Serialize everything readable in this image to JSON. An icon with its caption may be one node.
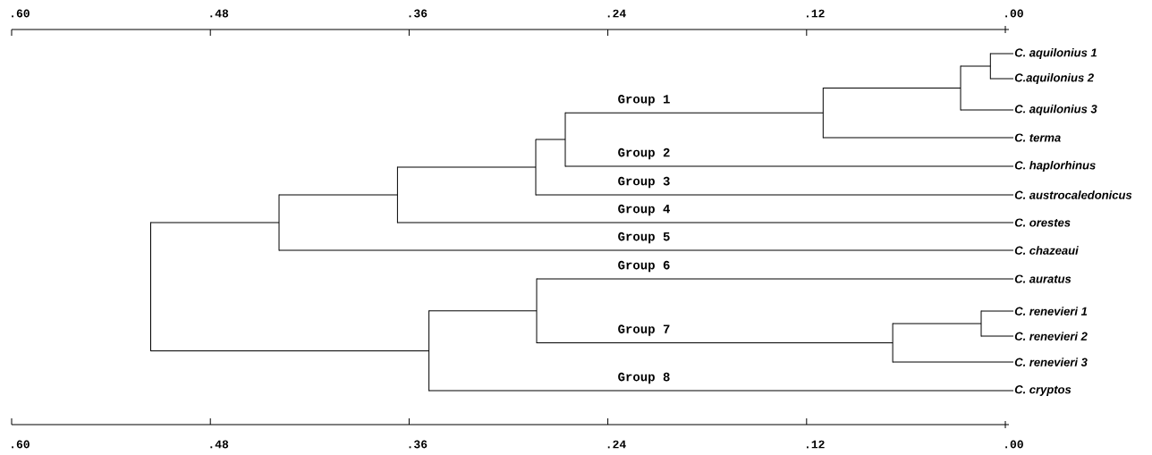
{
  "diagram": {
    "nodes": [
      {
        "text": [
          "C. aquilonius 1"
        ]
      },
      {
        "text": [
          "C.aquilonius 2"
        ]
      },
      {
        "text": [
          "C. aquilonius 3"
        ]
      },
      {
        "text": [
          "C. terma"
        ]
      },
      {
        "text": [
          "C. haplorhinus"
        ]
      },
      {
        "text": [
          "C. austrocaledonicus"
        ]
      },
      {
        "text": [
          "C. orestes"
        ]
      },
      {
        "text": [
          "C. chazeaui"
        ]
      },
      {
        "text": [
          "C. auratus"
        ]
      },
      {
        "text": [
          "C. renevieri 1"
        ]
      },
      {
        "text": [
          "C. renevieri 2"
        ]
      },
      {
        "text": [
          "C. renevieri 3"
        ]
      },
      {
        "text": [
          "C. cryptos"
        ]
      },
      {
        "text": [],
        "shape": "bar"
      },
      {
        "text": [],
        "shape": "bar"
      },
      {
        "text": [],
        "shape": "bar"
      },
      {
        "text": [],
        "shape": "bar"
      },
      {
        "text": [],
        "shape": "bar"
      },
      {
        "text": [],
        "shape": "bar"
      },
      {
        "text": [],
        "shape": "bar"
      },
      {
        "text": [],
        "shape": "bar"
      },
      {
        "text": [],
        "shape": "bar"
      },
      {
        "text": [],
        "shape": "bar"
      },
      {
        "text": [],
        "shape": "bar"
      },
      {
        "text": [],
        "shape": "bar"
      }
    ],
    "edges": [
      {
        "from": 13,
        "to": 14,
        "arrow": "none"
      },
      {
        "from": 13,
        "to": 21,
        "arrow": "none"
      },
      {
        "from": 14,
        "to": 15,
        "arrow": "none"
      },
      {
        "from": 14,
        "to": 7,
        "arrow": "none",
        "label": "Group 5"
      },
      {
        "from": 15,
        "to": 16,
        "arrow": "none"
      },
      {
        "from": 15,
        "to": 6,
        "arrow": "none",
        "label": "Group 4"
      },
      {
        "from": 16,
        "to": 17,
        "arrow": "none"
      },
      {
        "from": 16,
        "to": 5,
        "arrow": "none",
        "label": "Group 3"
      },
      {
        "from": 17,
        "to": 18,
        "arrow": "none",
        "label": "Group 1"
      },
      {
        "from": 17,
        "to": 4,
        "arrow": "none",
        "label": "Group 2"
      },
      {
        "from": 18,
        "to": 19,
        "arrow": "none"
      },
      {
        "from": 18,
        "to": 3,
        "arrow": "none"
      },
      {
        "from": 19,
        "to": 20,
        "arrow": "none"
      },
      {
        "from": 19,
        "to": 2,
        "arrow": "none"
      },
      {
        "from": 20,
        "to": 0,
        "arrow": "none"
      },
      {
        "from": 20,
        "to": 1,
        "arrow": "none"
      },
      {
        "from": 21,
        "to": 22,
        "arrow": "none"
      },
      {
        "from": 21,
        "to": 12,
        "arrow": "none",
        "label": "Group 8"
      },
      {
        "from": 22,
        "to": 8,
        "arrow": "none",
        "label": "Group 6"
      },
      {
        "from": 22,
        "to": 23,
        "arrow": "none",
        "label": "Group 7"
      },
      {
        "from": 23,
        "to": 24,
        "arrow": "none"
      },
      {
        "from": 23,
        "to": 11,
        "arrow": "none"
      },
      {
        "from": 24,
        "to": 9,
        "arrow": "none"
      },
      {
        "from": 24,
        "to": 10,
        "arrow": "none"
      }
    ],
    "labels": [
      ".60",
      ".48",
      ".36",
      ".24",
      ".12",
      ".00",
      ".60",
      ".48",
      ".36",
      ".24",
      ".12",
      ".00"
    ]
  }
}
